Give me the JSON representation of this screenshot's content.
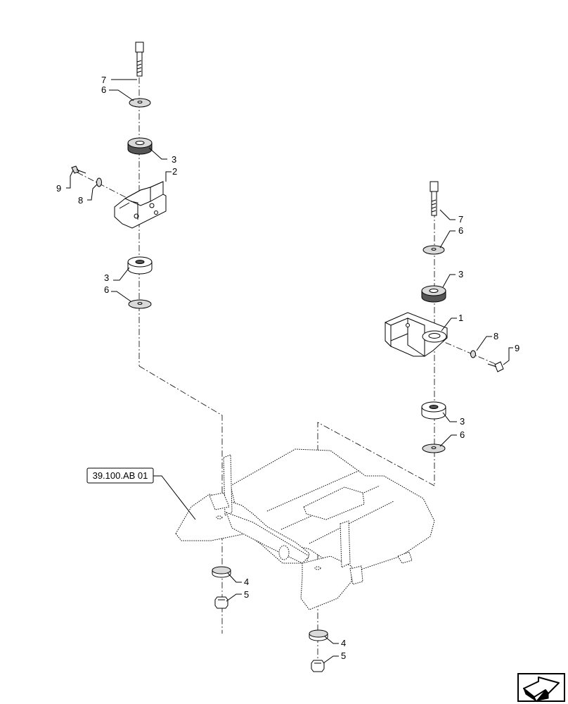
{
  "reference_box": {
    "label": "39.100.AB 01"
  },
  "callouts": {
    "left_bolt": "7",
    "left_top_washer": "6",
    "left_top_isolator": "3",
    "left_bracket": "2",
    "left_side_bolt": "9",
    "left_side_washer": "8",
    "left_bottom_isolator": "3",
    "left_bottom_washer": "6",
    "right_bolt": "7",
    "right_top_washer": "6",
    "right_top_isolator": "3",
    "right_bracket": "1",
    "right_side_washer": "8",
    "right_side_bolt": "9",
    "right_bottom_isolator": "3",
    "right_bottom_washer": "6",
    "front_nut_washer": "4",
    "front_nut": "5",
    "rear_nut_washer": "4",
    "rear_nut": "5"
  },
  "nav_icon": "next-page-arrow-icon"
}
